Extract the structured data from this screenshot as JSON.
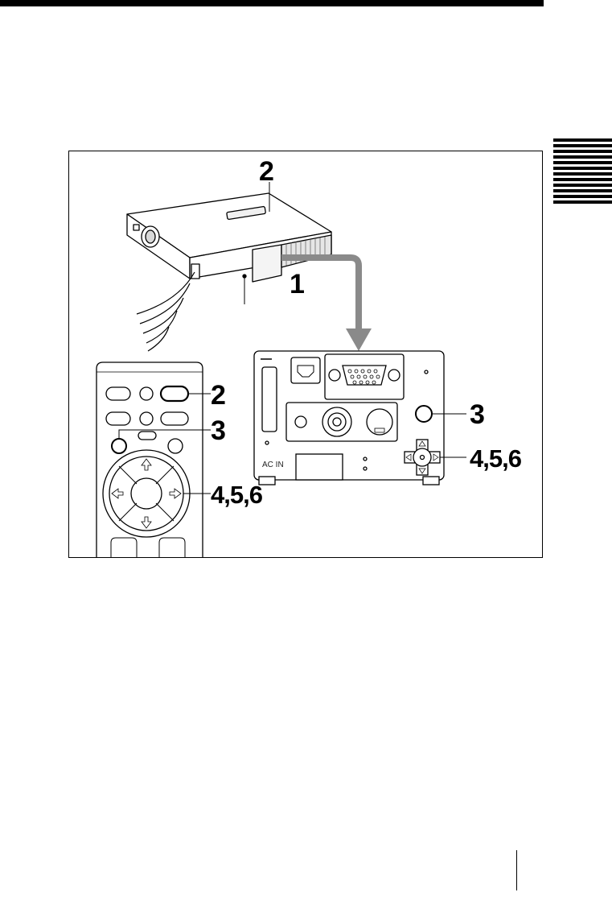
{
  "figure": {
    "callouts": {
      "projector_power_key": "2",
      "remote_key_2": "2",
      "ir_receiver": "1",
      "panel_menu_key": "3",
      "remote_menu_key": "3",
      "panel_arrow_keys": "4,5,6",
      "remote_arrow_keys": "4,5,6"
    },
    "panel_label_ac_in": "AC IN",
    "colors": {
      "arrow": "#888888",
      "outline": "#000000",
      "panel": "#ffffff"
    }
  }
}
